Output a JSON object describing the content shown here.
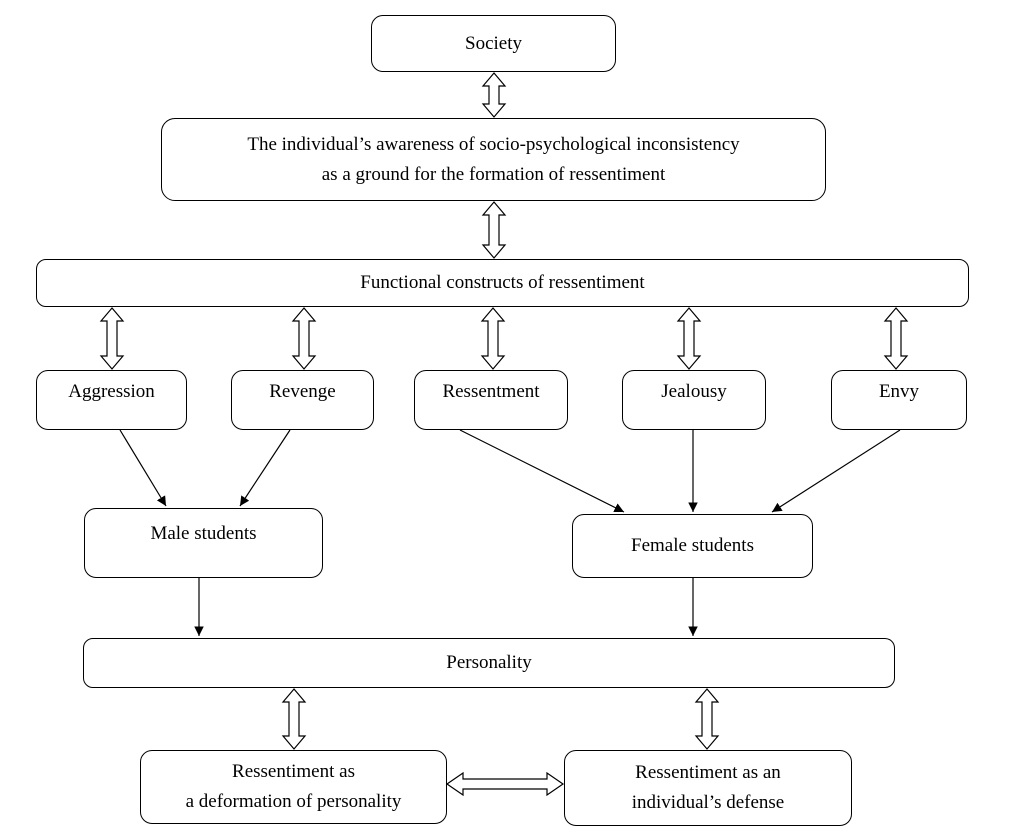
{
  "nodes": {
    "society": "Society",
    "awareness": "The individual’s awareness of socio-psychological inconsistency\nas a ground for the formation of ressentiment",
    "constructs": "Functional constructs of ressentiment",
    "aggression": "Aggression",
    "revenge": "Revenge",
    "ressentment": "Ressentment",
    "jealousy": "Jealousy",
    "envy": "Envy",
    "male": "Male students",
    "female": "Female students",
    "personality": "Personality",
    "deformation": "Ressentiment as\na deformation of personality",
    "defense": "Ressentiment as an\nindividual’s defense"
  },
  "edges": [
    {
      "from": "society",
      "to": "awareness",
      "type": "double-arrow"
    },
    {
      "from": "awareness",
      "to": "constructs",
      "type": "double-arrow"
    },
    {
      "from": "constructs",
      "to": "aggression",
      "type": "double-arrow"
    },
    {
      "from": "constructs",
      "to": "revenge",
      "type": "double-arrow"
    },
    {
      "from": "constructs",
      "to": "ressentment",
      "type": "double-arrow"
    },
    {
      "from": "constructs",
      "to": "jealousy",
      "type": "double-arrow"
    },
    {
      "from": "constructs",
      "to": "envy",
      "type": "double-arrow"
    },
    {
      "from": "aggression",
      "to": "male",
      "type": "arrow"
    },
    {
      "from": "revenge",
      "to": "male",
      "type": "arrow"
    },
    {
      "from": "ressentment",
      "to": "female",
      "type": "arrow"
    },
    {
      "from": "jealousy",
      "to": "female",
      "type": "arrow"
    },
    {
      "from": "envy",
      "to": "female",
      "type": "arrow"
    },
    {
      "from": "male",
      "to": "personality",
      "type": "arrow"
    },
    {
      "from": "female",
      "to": "personality",
      "type": "arrow"
    },
    {
      "from": "personality",
      "to": "deformation",
      "type": "double-arrow"
    },
    {
      "from": "personality",
      "to": "defense",
      "type": "double-arrow"
    },
    {
      "from": "deformation",
      "to": "defense",
      "type": "double-arrow"
    }
  ]
}
